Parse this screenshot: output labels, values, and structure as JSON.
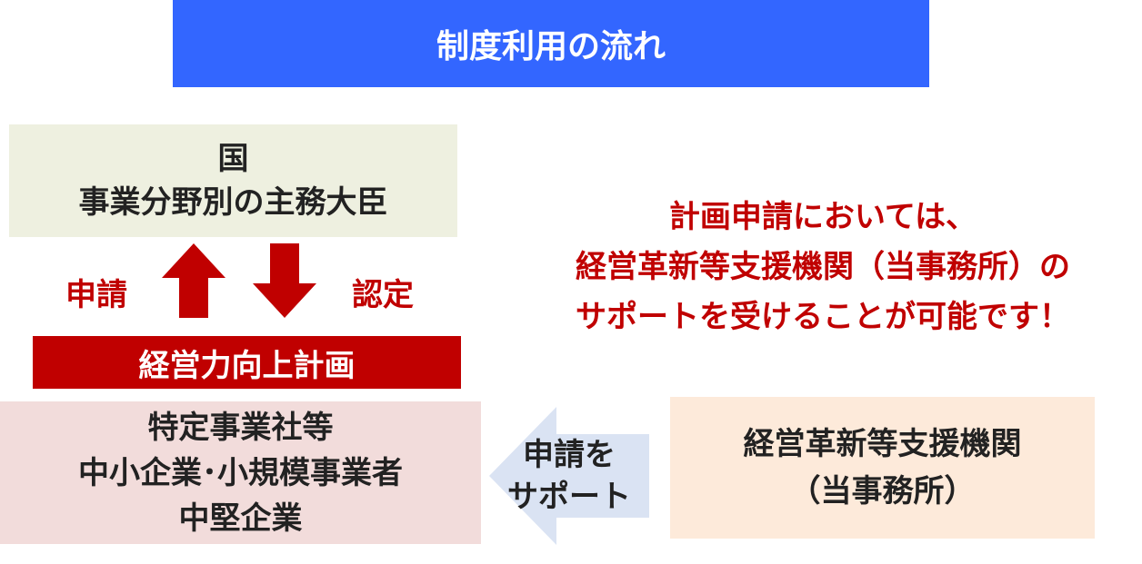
{
  "title": "制度利用の流れ",
  "ministry_box": {
    "lines": [
      "国",
      "事業分野別の主務大臣"
    ]
  },
  "labels": {
    "apply": "申請",
    "approve": "認定"
  },
  "plan_bar": "経営力向上計画",
  "business_box": {
    "lines": [
      "特定事業社等",
      "中小企業･小規模事業者",
      "中堅企業"
    ]
  },
  "support_arrow": {
    "lines": [
      "申請を",
      "サポート"
    ]
  },
  "institution_box": {
    "lines": [
      "経営革新等支援機関",
      "（当事務所）"
    ]
  },
  "message": {
    "lines": [
      "計画申請においては、",
      "経営革新等支援機関（当事務所）の",
      "サポートを受けることが可能です！"
    ]
  },
  "colors": {
    "title_bg": "#3366ff",
    "accent_red": "#c00000",
    "ministry_bg": "#eef0e0",
    "business_bg": "#f2dcdb",
    "institution_bg": "#fdeada",
    "support_arrow": "#dae3f3"
  }
}
